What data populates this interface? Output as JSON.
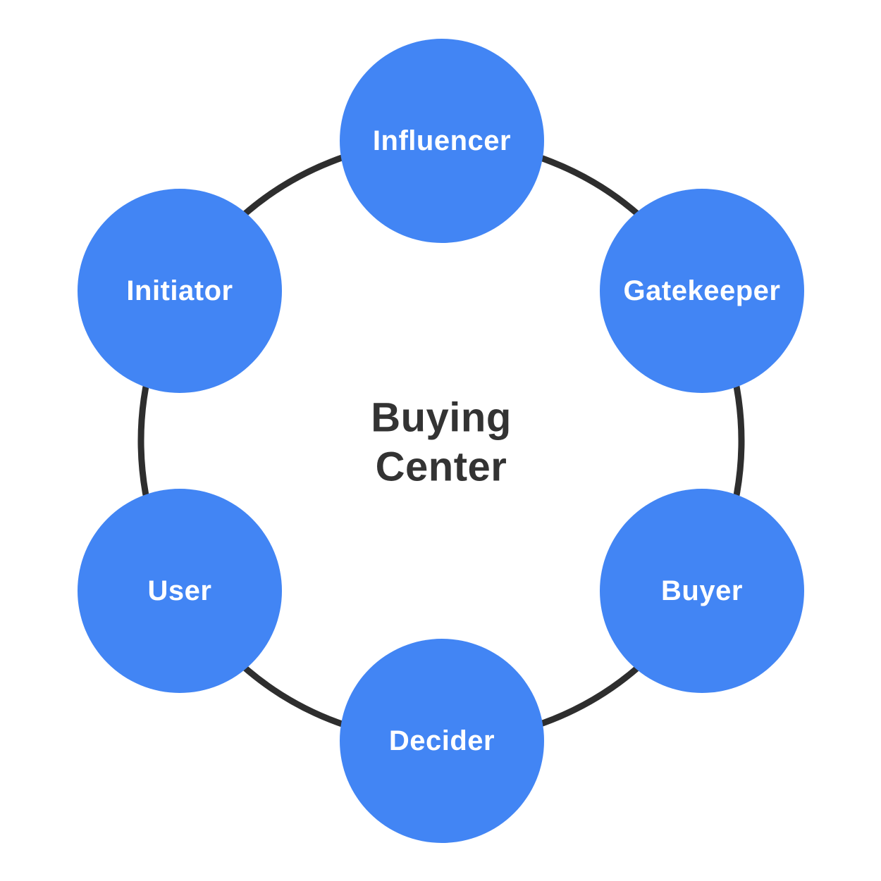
{
  "diagram": {
    "title_line1": "Buying",
    "title_line2": "Center",
    "nodes": [
      {
        "label": "Influencer"
      },
      {
        "label": "Gatekeeper"
      },
      {
        "label": "Buyer"
      },
      {
        "label": "Decider"
      },
      {
        "label": "User"
      },
      {
        "label": "Initiator"
      }
    ],
    "colors": {
      "node_fill": "#4285F4",
      "node_text": "#FFFFFF",
      "ring": "#2E2E2E",
      "title": "#333333",
      "background": "#FFFFFF"
    }
  }
}
